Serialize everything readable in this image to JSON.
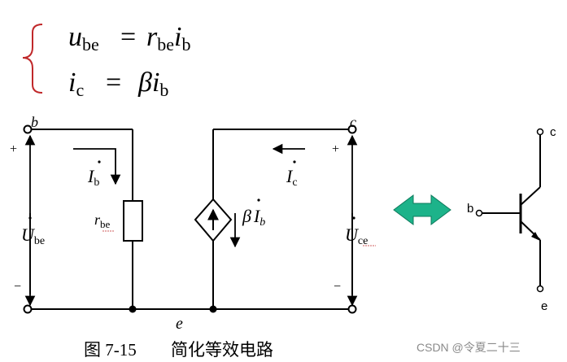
{
  "equations": {
    "line1": {
      "lhs_var": "u",
      "lhs_sub": "be",
      "eq": "=",
      "r": "r",
      "r_sub": "be",
      "i": "i",
      "i_sub": "b"
    },
    "line2": {
      "lhs_var": "i",
      "lhs_sub": "c",
      "eq": "=",
      "beta": "β",
      "i": "i",
      "i_sub": "b"
    },
    "brace_color": "#c0282a"
  },
  "circuit": {
    "node_b": "b",
    "node_c": "c",
    "node_e": "e",
    "plus_left": "+",
    "minus_left": "−",
    "plus_right": "+",
    "minus_right": "−",
    "ib_var": "I",
    "ib_sub": "b",
    "ic_var": "I",
    "ic_sub": "c",
    "rbe_var": "r",
    "rbe_sub": "be",
    "ube_var": "U",
    "ube_sub": "be",
    "uce_var": "U",
    "uce_sub": "ce",
    "src_beta": "β",
    "src_var": "I",
    "src_sub": "b"
  },
  "transistor": {
    "b": "b",
    "c": "c",
    "e": "e"
  },
  "arrow_color": "#1db38a",
  "caption": {
    "fig": "图 7-15",
    "title": "简化等效电路"
  },
  "watermark": "CSDN @令夏二十三"
}
